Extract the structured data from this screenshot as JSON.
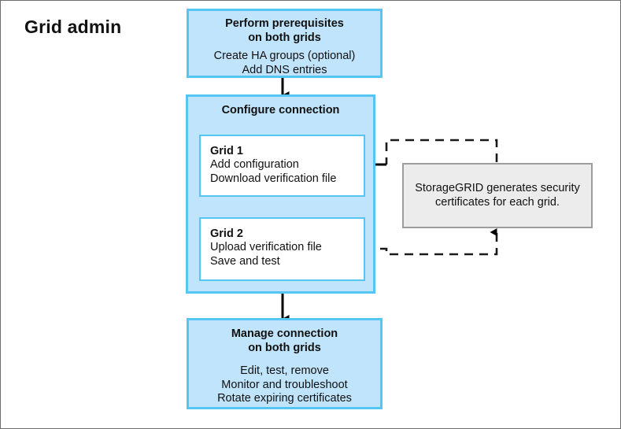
{
  "diagram": {
    "role_title": "Grid admin",
    "colors": {
      "box_fill": "#bfe4fb",
      "box_border": "#56c5f2",
      "note_fill": "#ececec",
      "note_border": "#9d9d9d",
      "text": "#111111",
      "connector": "#000000"
    },
    "stages": {
      "prerequisites": {
        "heading_line1": "Perform prerequisites",
        "heading_line2": "on both grids",
        "line1": "Create HA groups (optional)",
        "line2": "Add DNS entries"
      },
      "configure": {
        "title": "Configure connection",
        "grid1": {
          "title": "Grid 1",
          "line1": "Add configuration",
          "line2": "Download verification file"
        },
        "grid2": {
          "title": "Grid 2",
          "line1": "Upload verification file",
          "line2": "Save and test"
        }
      },
      "manage": {
        "heading_line1": "Manage connection",
        "heading_line2": "on both grids",
        "line1": "Edit, test, remove",
        "line2": "Monitor and troubleshoot",
        "line3": "Rotate expiring certificates"
      }
    },
    "note": {
      "line1": "StorageGRID generates security",
      "line2": "certificates for each grid."
    }
  }
}
